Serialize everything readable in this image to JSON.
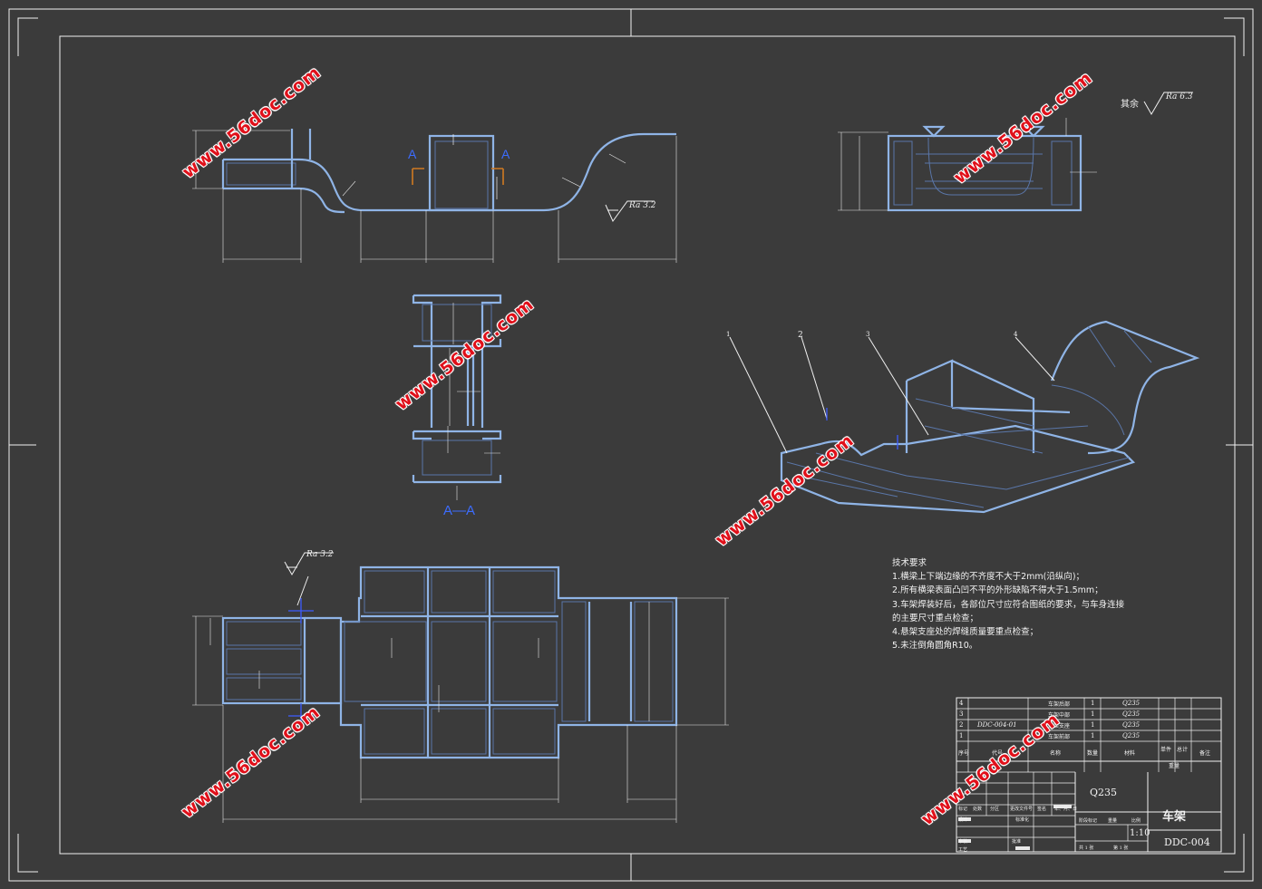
{
  "drawing": {
    "title": "车架",
    "drawing_no": "DDC-004",
    "material": "Q235",
    "scale": "1:10",
    "roughness_general_prefix": "其余",
    "roughness_general": "Ra 6.3",
    "roughness_local": "Ra 3.2",
    "section_label": "A—A",
    "section_marker": "A",
    "callouts": [
      "1",
      "2",
      "3",
      "4"
    ]
  },
  "tech_requirements": {
    "heading": "技术要求",
    "items": [
      "1.横梁上下端边缘的不齐度不大于2mm(沿纵向)；",
      "2.所有横梁表面凸凹不平的外形缺陷不得大于1.5mm；",
      "3.车架焊装好后，各部位尺寸应符合图纸的要求，与车身连接",
      "的主要尺寸重点检查；",
      "4.悬架支座处的焊缝质量要重点检查；",
      "5.未注倒角圆角R10。"
    ]
  },
  "bom": {
    "headers": [
      "序号",
      "代号",
      "名称",
      "数量",
      "材料",
      "单件",
      "总计",
      "备注"
    ],
    "weight_label": "重量",
    "rows": [
      {
        "no": "4",
        "code": "",
        "name": "车架后部",
        "qty": "1",
        "material": "Q235"
      },
      {
        "no": "3",
        "code": "",
        "name": "车架中部",
        "qty": "1",
        "material": "Q235"
      },
      {
        "no": "2",
        "code": "DDC-004-01",
        "name": "悬架支座",
        "qty": "1",
        "material": "Q235"
      },
      {
        "no": "1",
        "code": "",
        "name": "车架前部",
        "qty": "1",
        "material": "Q235"
      }
    ]
  },
  "title_block": {
    "labels": [
      "标记",
      "处数",
      "分区",
      "更改文件号",
      "签名",
      "年、月、日"
    ],
    "design": "设计",
    "check": "审核",
    "process": "工艺",
    "standardize": "标准化",
    "approve": "批准",
    "stage_label": "阶段标记",
    "weight_label": "重量",
    "scale_label": "比例",
    "sheets": "共 1 张",
    "sheet": "第 1 张"
  },
  "watermarks": [
    "www.56doc.com"
  ]
}
